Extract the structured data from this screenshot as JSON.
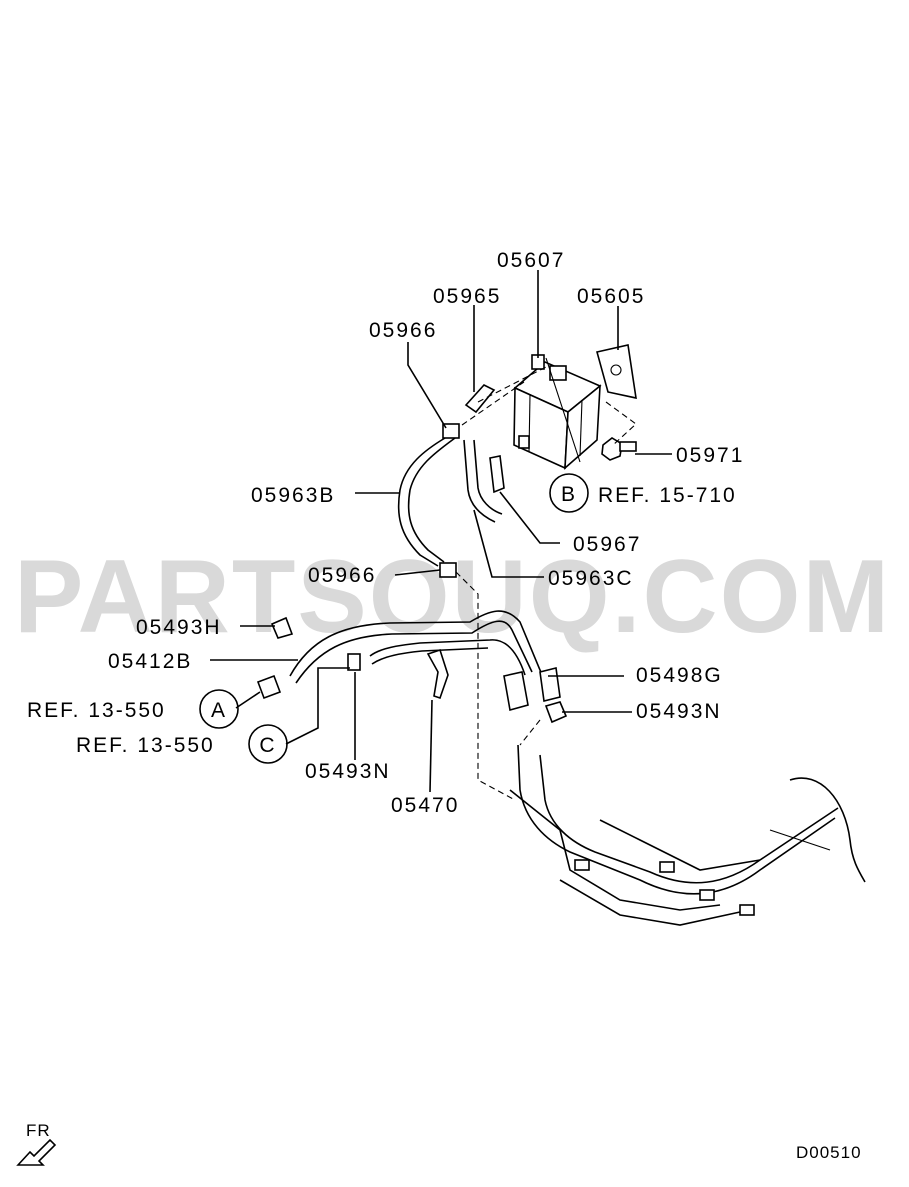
{
  "watermark": "PARTSOUQ.COM",
  "diagram_code": "D00510",
  "direction_label": "FR",
  "callouts": {
    "a": "A",
    "b": "B",
    "c": "C"
  },
  "labels": {
    "p05607": "05607",
    "p05965": "05965",
    "p05605": "05605",
    "p05966_top": "05966",
    "p05971": "05971",
    "p05963B": "05963B",
    "ref_b": "REF. 15-710",
    "p05967": "05967",
    "p05966_mid": "05966",
    "p05963C": "05963C",
    "p05493H": "05493H",
    "p05412B": "05412B",
    "p05498G": "05498G",
    "p05493N_right": "05493N",
    "ref_a": "REF. 13-550",
    "ref_c": "REF. 13-550",
    "p05493N_bottom": "05493N",
    "p05470": "05470"
  }
}
